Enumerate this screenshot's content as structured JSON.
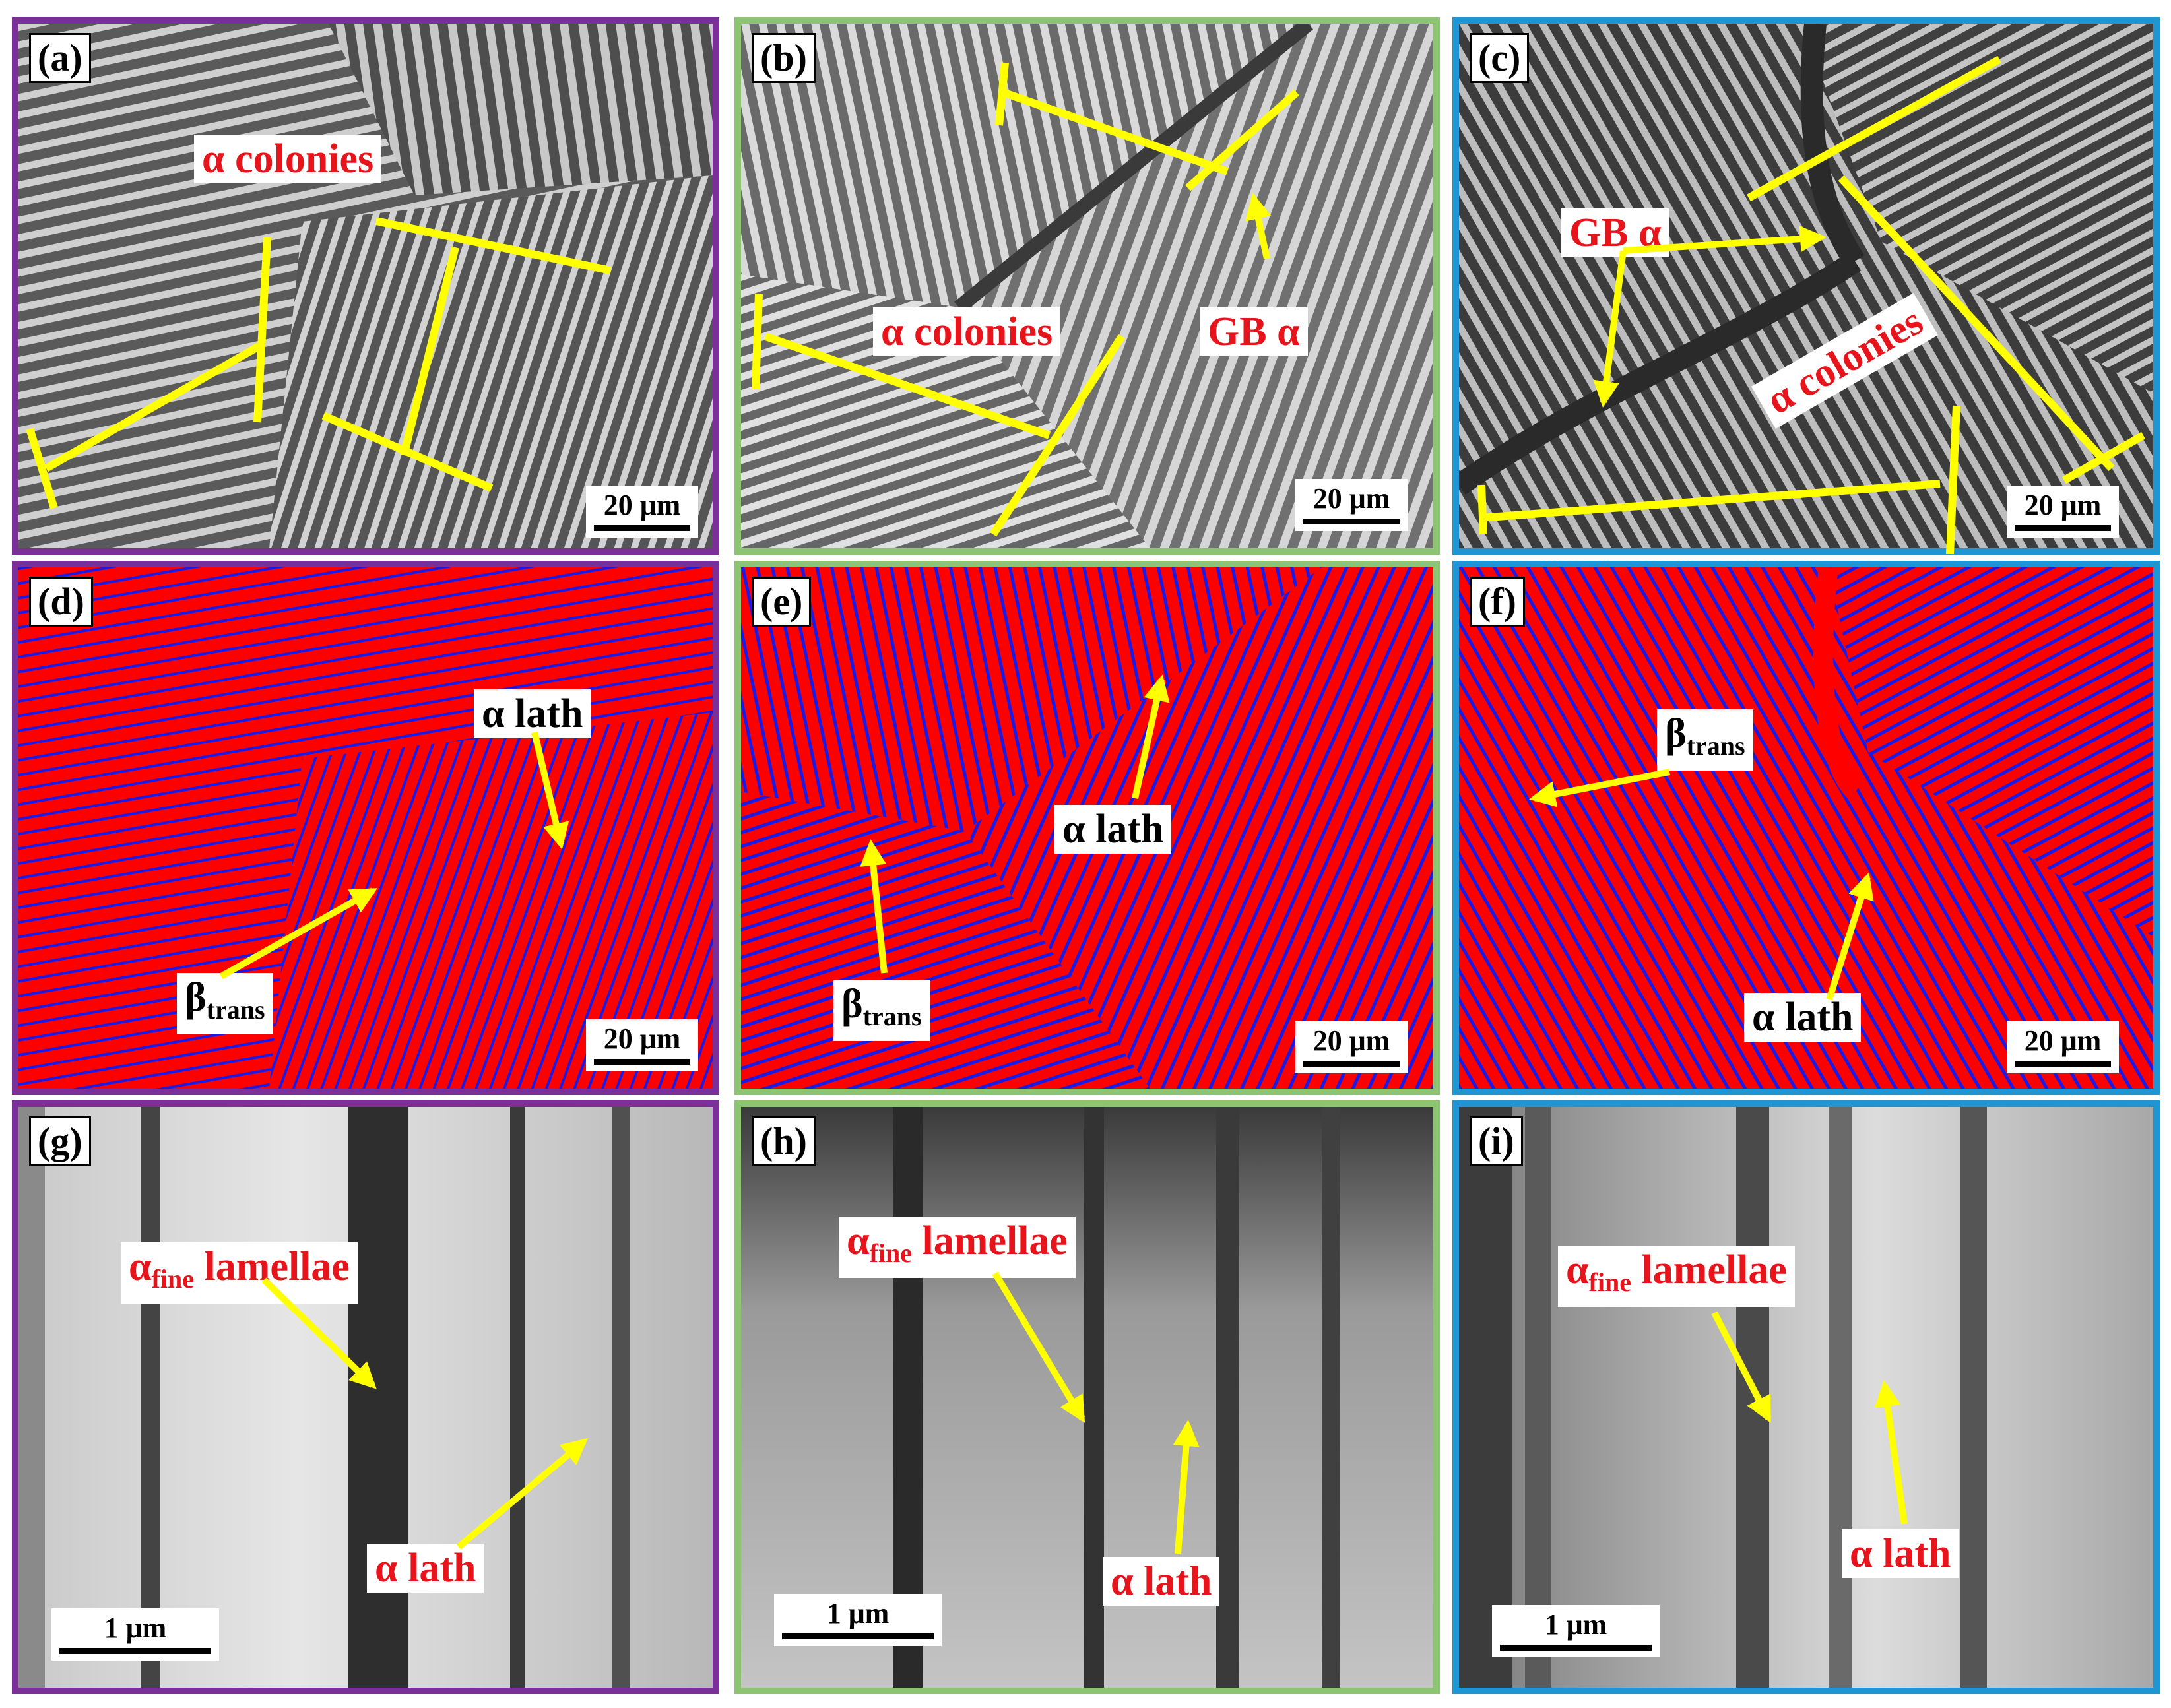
{
  "frame_colors": {
    "purple": "#7b2f98",
    "green": "#8cc472",
    "blue": "#1f96d3"
  },
  "phase_colors": {
    "alpha": "#ff0000",
    "beta": "#1a1ae6"
  },
  "annotation_color": "#ffff00",
  "panels": {
    "a": {
      "tag": "(a)",
      "label": "α colonies",
      "scale": "20 μm"
    },
    "b": {
      "tag": "(b)",
      "label": "α colonies",
      "label2": "GB α",
      "scale": "20 μm"
    },
    "c": {
      "tag": "(c)",
      "label": "GB α",
      "label2": "α colonies",
      "scale": "20 μm"
    },
    "d": {
      "tag": "(d)",
      "label": "α lath",
      "label2_main": "β",
      "label2_sub": "trans",
      "scale": "20 μm"
    },
    "e": {
      "tag": "(e)",
      "label": "α lath",
      "label2_main": "β",
      "label2_sub": "trans",
      "scale": "20 μm"
    },
    "f": {
      "tag": "(f)",
      "label": "α lath",
      "label2_main": "β",
      "label2_sub": "trans",
      "scale": "20 μm"
    },
    "g": {
      "tag": "(g)",
      "label_main": "α",
      "label_sub": "fine",
      "label_tail": " lamellae",
      "label2": "α lath",
      "scale": "1 μm"
    },
    "h": {
      "tag": "(h)",
      "label_main": "α",
      "label_sub": "fine",
      "label_tail": " lamellae",
      "label2": "α lath",
      "scale": "1 μm"
    },
    "i": {
      "tag": "(i)",
      "label_main": "α",
      "label_sub": "fine",
      "label_tail": " lamellae",
      "label2": "α lath",
      "scale": "1 μm"
    }
  }
}
